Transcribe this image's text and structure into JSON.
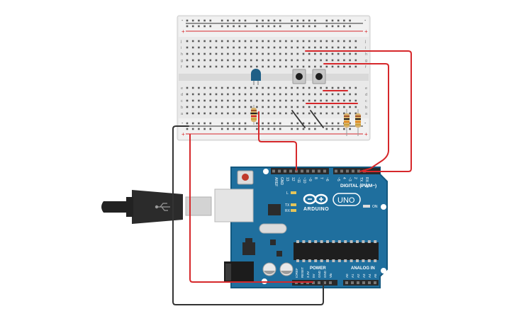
{
  "arduino": {
    "brand": "ARDUINO",
    "model": "UNO",
    "digital_label": "DIGITAL (PWM~)",
    "power_label": "POWER",
    "analog_label": "ANALOG IN",
    "on_label": "ON",
    "l_label": "L",
    "tx_label": "TX",
    "rx_label": "RX",
    "digital_pins": [
      "AREF",
      "GND",
      "13",
      "12",
      "~11",
      "~10",
      "~9",
      "8",
      "7",
      "~6",
      "~5",
      "4",
      "~3",
      "2",
      "TX→1",
      "RX←0"
    ],
    "power_pins": [
      "IOREF",
      "RESET",
      "3.3V",
      "5V",
      "GND",
      "GND",
      "Vin"
    ],
    "analog_pins": [
      "A0",
      "A1",
      "A2",
      "A3",
      "A4",
      "A5"
    ]
  },
  "breadboard": {
    "row_letters_top": [
      "j",
      "i",
      "h",
      "g",
      "f"
    ],
    "row_letters_bottom": [
      "e",
      "d",
      "c",
      "b",
      "a"
    ],
    "rail_plus": "+",
    "rail_minus": "-",
    "columns": 30
  },
  "colors": {
    "wire_red": "#d6282b",
    "wire_black": "#333333",
    "board_blue": "#1f6f9e",
    "board_dark": "#13587f",
    "led_blue": "#1f5f86"
  }
}
